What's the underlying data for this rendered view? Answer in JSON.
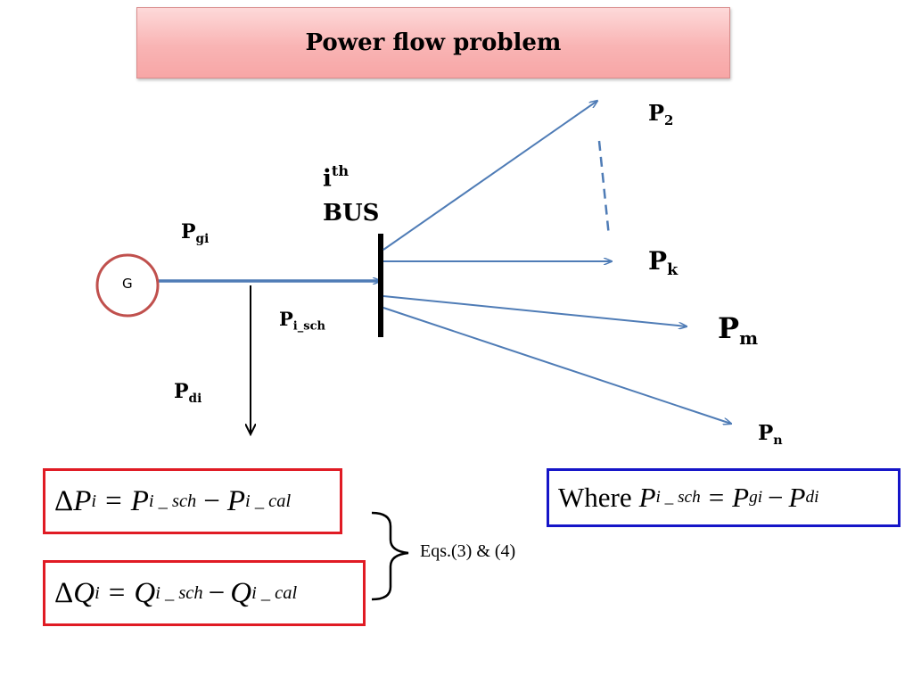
{
  "title": "Power flow problem",
  "generator": {
    "label": "G"
  },
  "bus": {
    "label_sup": "th",
    "label_base": "i",
    "label_name": "BUS"
  },
  "flows": {
    "pgi": {
      "base": "P",
      "sub": "gi"
    },
    "pisch": {
      "base": "P",
      "sub": "i_sch"
    },
    "pdi": {
      "base": "P",
      "sub": "di"
    },
    "p2": {
      "base": "P",
      "sub": "2"
    },
    "pk": {
      "base": "P",
      "sub": "k"
    },
    "pm": {
      "base": "P",
      "sub": "m"
    },
    "pn": {
      "base": "P",
      "sub": "n"
    }
  },
  "equations": {
    "delta_p": {
      "delta": "Δ",
      "lhs": "P",
      "lhs_sub": "i",
      "eq": "=",
      "t1": "P",
      "t1_sub": "i _ sch",
      "minus": "−",
      "t2": "P",
      "t2_sub": "i _ cal"
    },
    "delta_q": {
      "delta": "Δ",
      "lhs": "Q",
      "lhs_sub": "i",
      "eq": "=",
      "t1": "Q",
      "t1_sub": "i _ sch",
      "minus": "−",
      "t2": "Q",
      "t2_sub": "i _ cal"
    },
    "where": {
      "word": "Where",
      "lhs": "P",
      "lhs_sub": "i _ sch",
      "eq": "=",
      "t1": "P",
      "t1_sub": "gi",
      "minus": "−",
      "t2": "P",
      "t2_sub": "di"
    }
  },
  "brace_label": "Eqs.(3) & (4)",
  "colors": {
    "line": "#4f7cb6",
    "generator": "#c0504d",
    "red_box": "#e01b24",
    "blue_box": "#1515c8"
  }
}
